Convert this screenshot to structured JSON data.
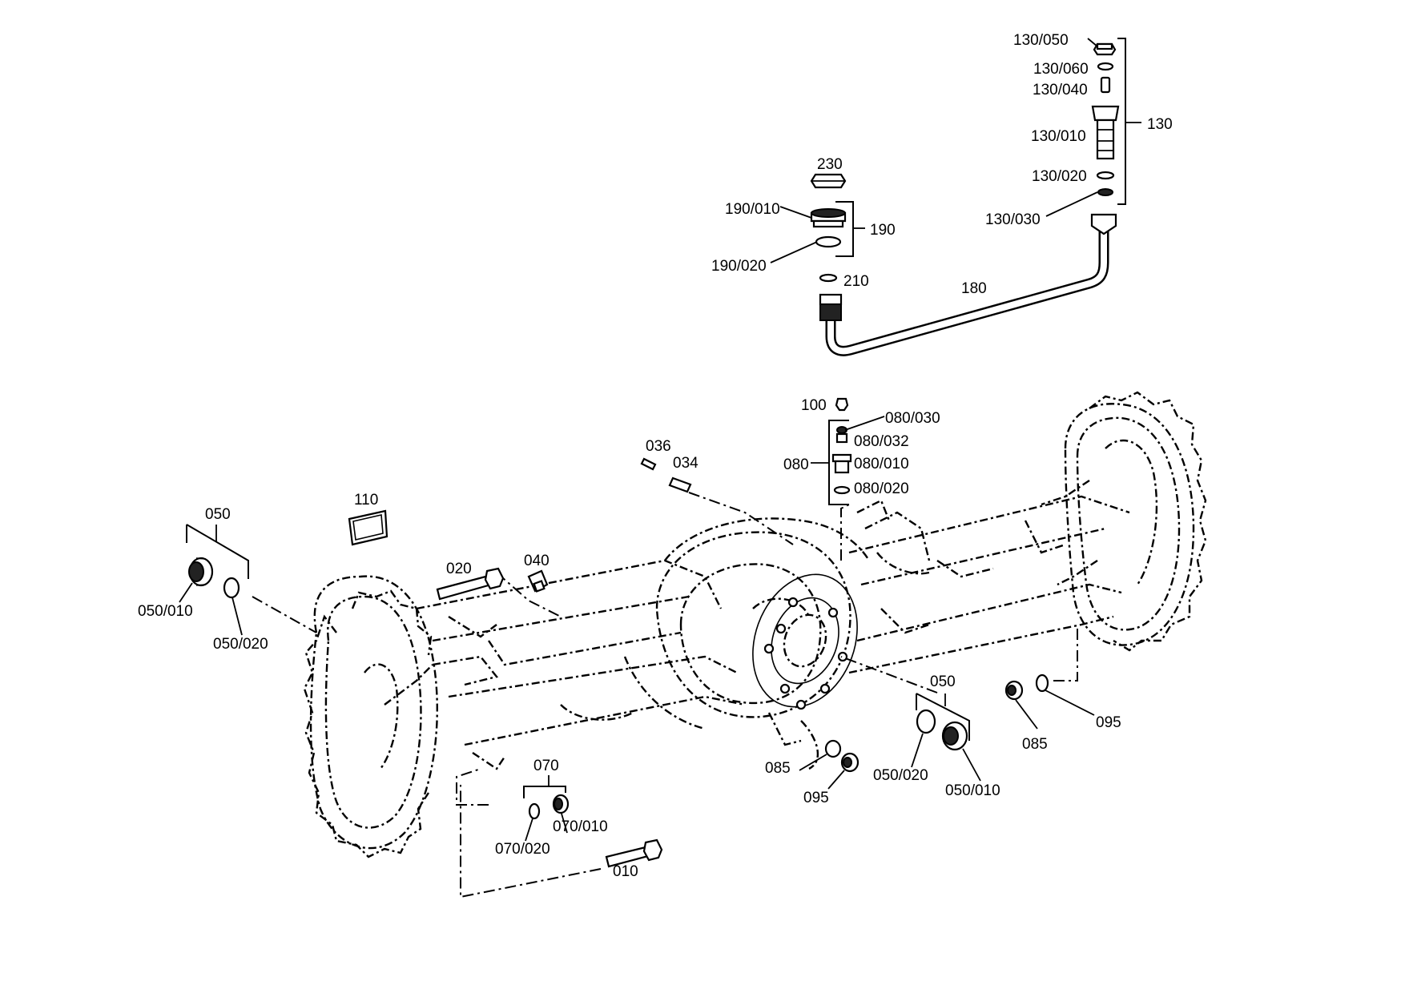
{
  "labels": {
    "l_130_050": "130/050",
    "l_130_060": "130/060",
    "l_130_040": "130/040",
    "l_130_010": "130/010",
    "l_130_020": "130/020",
    "l_130_030": "130/030",
    "l_130": "130",
    "l_230": "230",
    "l_190_010": "190/010",
    "l_190": "190",
    "l_190_020": "190/020",
    "l_210": "210",
    "l_180": "180",
    "l_100": "100",
    "l_080_030": "080/030",
    "l_080_032": "080/032",
    "l_080": "080",
    "l_080_010": "080/010",
    "l_080_020": "080/020",
    "l_036": "036",
    "l_034": "034",
    "l_110": "110",
    "l_050_left": "050",
    "l_050_010_left": "050/010",
    "l_050_020_left": "050/020",
    "l_020": "020",
    "l_040": "040",
    "l_050_right": "050",
    "l_050_020_right": "050/020",
    "l_050_010_right": "050/010",
    "l_085_mid": "085",
    "l_095_mid": "095",
    "l_085_right": "085",
    "l_095_right": "095",
    "l_070": "070",
    "l_070_010": "070/010",
    "l_070_020": "070/020",
    "l_010": "010"
  }
}
